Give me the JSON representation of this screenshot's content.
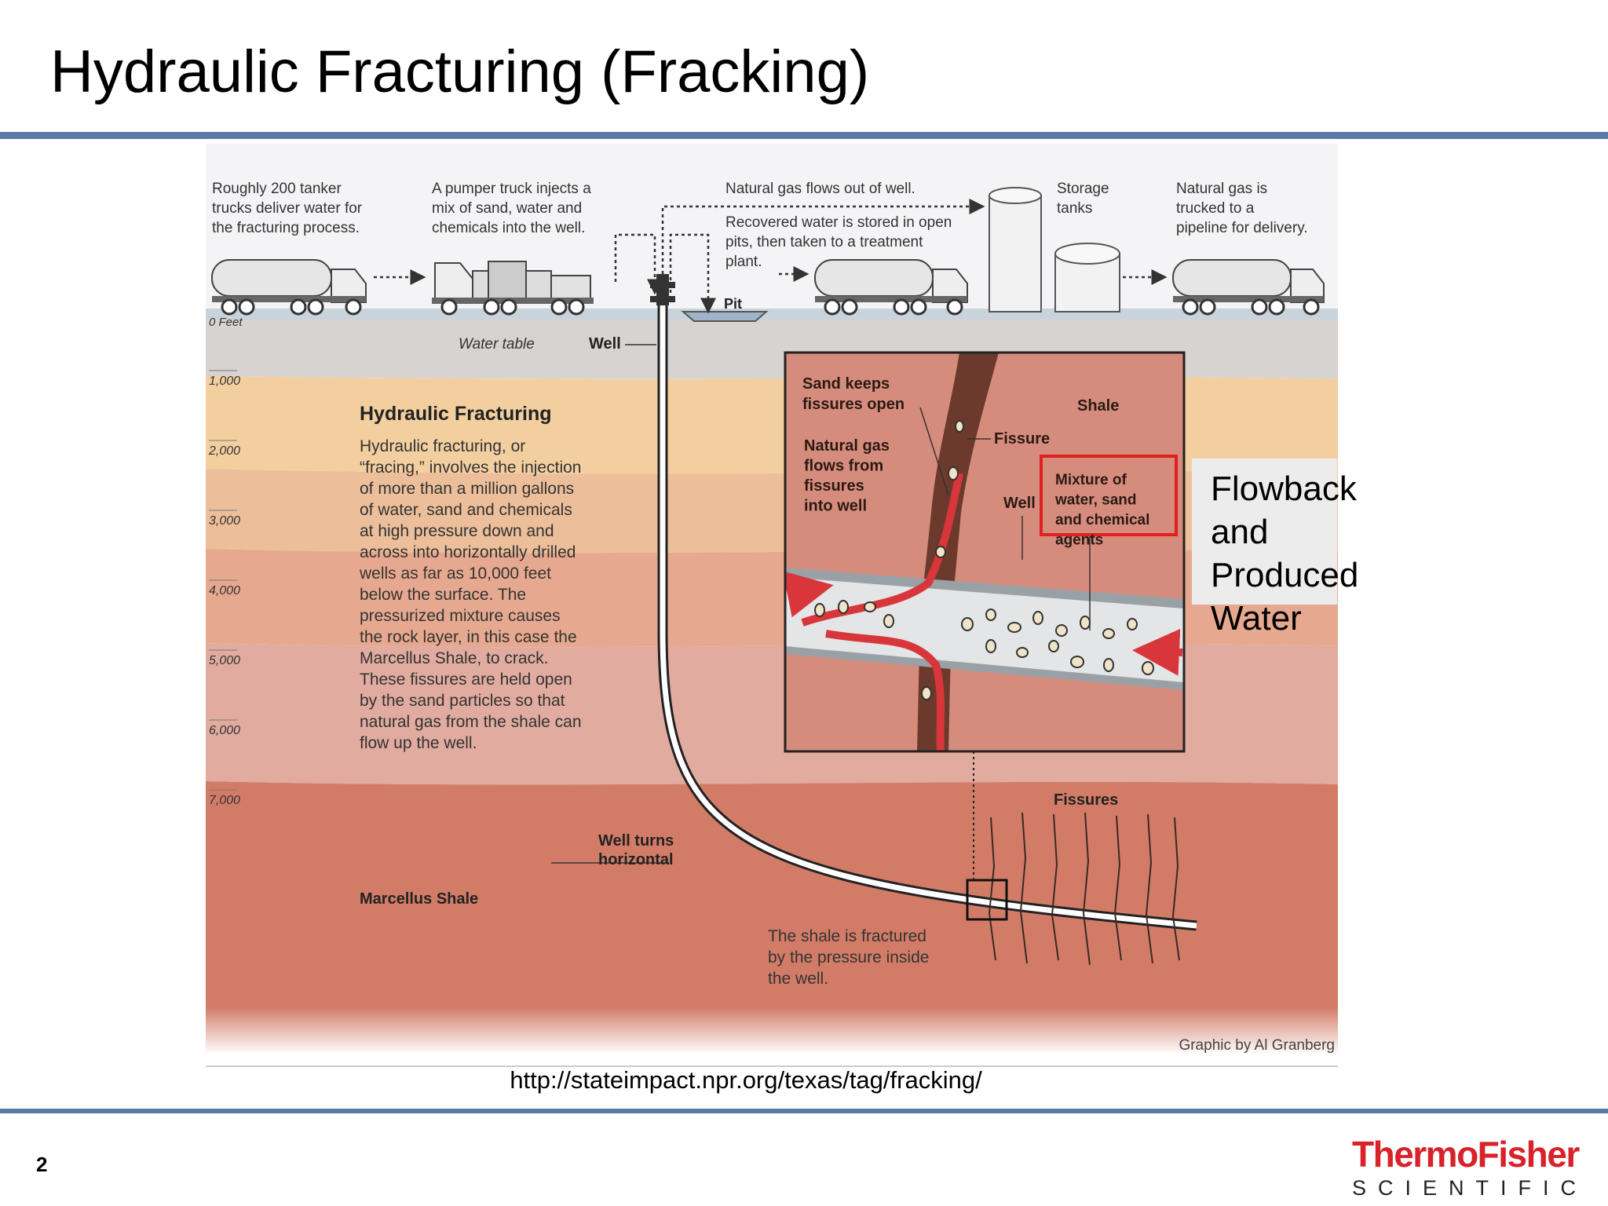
{
  "slide": {
    "title": "Hydraulic Fracturing (Fracking)",
    "callout": [
      "Flowback and",
      "Produced",
      "Water"
    ],
    "source_url": "http://stateimpact.npr.org/texas/tag/fracking/",
    "page_number": "2",
    "logo": {
      "main": "ThermoFisher",
      "sub": "SCIENTIFIC",
      "name": "thermo-fisher-logo"
    }
  },
  "diagram": {
    "surface_notes": {
      "tanker": [
        "Roughly 200 tanker",
        "trucks deliver water for",
        "the fracturing process."
      ],
      "pumper": [
        "A pumper truck injects a",
        "mix of sand, water and",
        "chemicals into the well."
      ],
      "gas_flow": [
        "Natural gas flows out of well."
      ],
      "recovered": [
        "Recovered water is stored in open",
        "pits, then taken to a treatment",
        "plant."
      ],
      "storage": [
        "Storage",
        "tanks"
      ],
      "delivery": [
        "Natural gas is",
        "trucked to a",
        "pipeline for delivery."
      ]
    },
    "labels": {
      "pit": "Pit",
      "feet_zero": "0 Feet",
      "water_table": "Water table",
      "well": "Well",
      "well_turns": [
        "Well turns",
        "horizontal"
      ],
      "marcellus": "Marcellus Shale",
      "fissures": "Fissures",
      "fractured_note": [
        "The shale is fractured",
        "by the pressure inside",
        "the well."
      ],
      "credit": "Graphic by Al Granberg"
    },
    "depth_ticks": [
      "1,000",
      "2,000",
      "3,000",
      "4,000",
      "5,000",
      "6,000",
      "7,000"
    ],
    "explainer": {
      "heading": "Hydraulic Fracturing",
      "lines": [
        "Hydraulic fracturing, or",
        "“fracing,” involves the injection",
        "of more than a million gallons",
        "of water, sand and chemicals",
        "at high pressure down and",
        "across into horizontally drilled",
        "wells as far as 10,000 feet",
        "below the surface. The",
        "pressurized mixture causes",
        "the rock layer, in this case the",
        "Marcellus Shale, to crack.",
        "These fissures are held open",
        "by the sand particles so that",
        "natural gas from the shale can",
        "flow up the well."
      ]
    },
    "inset": {
      "sand": [
        "Sand keeps",
        "fissures open"
      ],
      "gas": [
        "Natural gas",
        "flows from",
        "fissures",
        "into well"
      ],
      "shale": "Shale",
      "fissure": "Fissure",
      "well": "Well",
      "mixture": [
        "Mixture of",
        "water, sand",
        "and chemical",
        "agents"
      ]
    },
    "colors": {
      "highlight": "#e02020",
      "arrow_red": "#d8363a",
      "rule_blue": "#5a7ba8"
    }
  }
}
